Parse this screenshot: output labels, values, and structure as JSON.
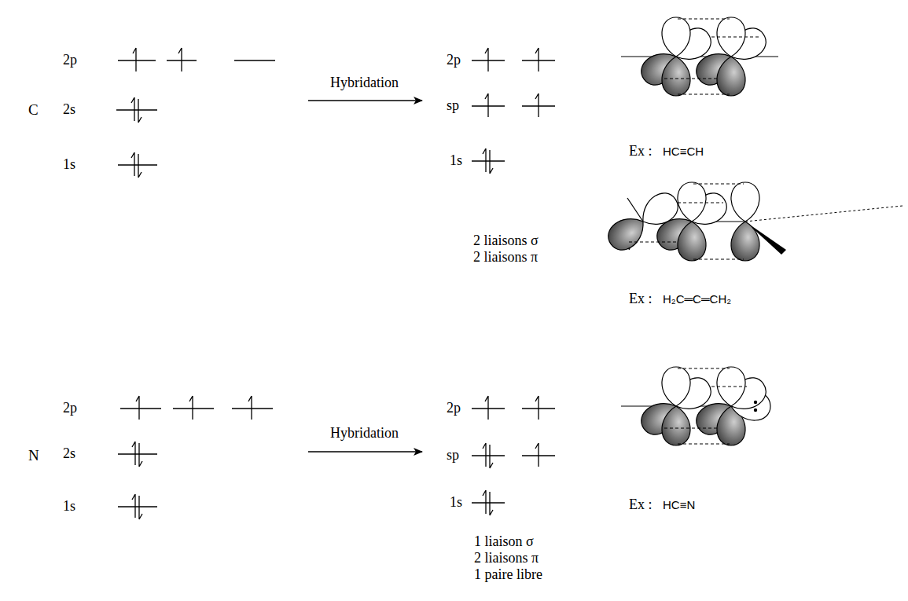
{
  "diagram": {
    "labels": [
      "2p",
      "C",
      "2s",
      "1s",
      "Hybridation",
      "2p",
      "sp",
      "1s",
      "2 liaisons σ",
      "2 liaisons π",
      "Ex :",
      "HC≡CH",
      "Ex :",
      "H₂C═C═CH₂",
      "2p",
      "N",
      "2s",
      "1s",
      "Hybridation",
      "2p",
      "sp",
      "1s",
      "1 liaison σ",
      "2 liaisons π",
      "1 paire libre",
      "Ex :",
      "HC≡N"
    ]
  }
}
